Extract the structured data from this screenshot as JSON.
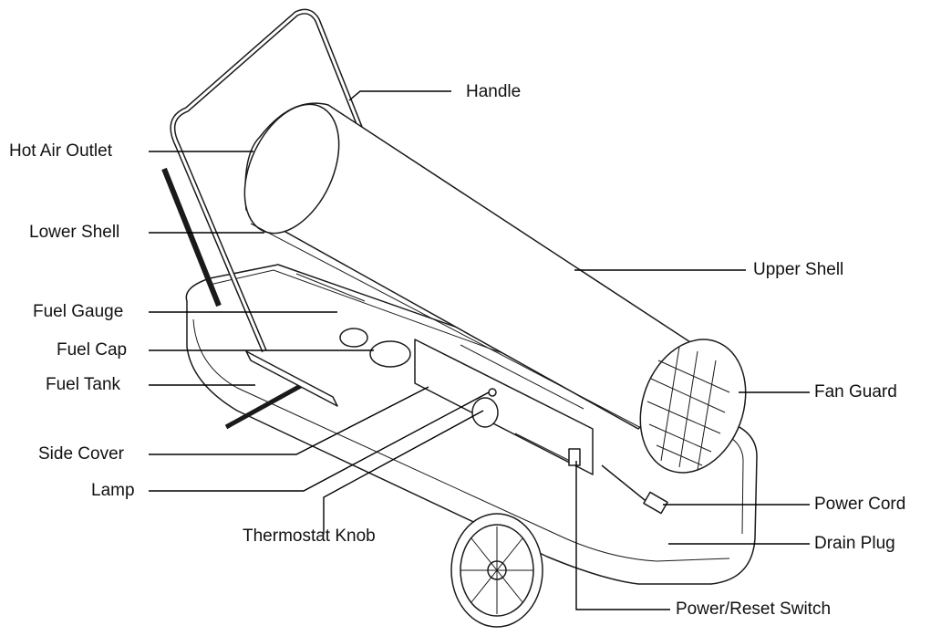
{
  "labels": {
    "handle": "Handle",
    "hot_air_outlet": "Hot Air Outlet",
    "lower_shell": "Lower Shell",
    "upper_shell": "Upper Shell",
    "fuel_gauge": "Fuel Gauge",
    "fuel_cap": "Fuel Cap",
    "fuel_tank": "Fuel Tank",
    "fan_guard": "Fan Guard",
    "side_cover": "Side Cover",
    "lamp": "Lamp",
    "thermostat_knob": "Thermostat Knob",
    "power_cord": "Power Cord",
    "drain_plug": "Drain Plug",
    "power_reset_switch": "Power/Reset Switch"
  }
}
